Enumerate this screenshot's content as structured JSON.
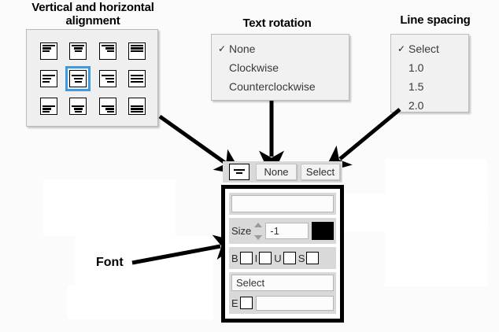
{
  "callouts": {
    "alignment": "Vertical and horizontal\nalignment",
    "rotation": "Text rotation",
    "spacing": "Line spacing",
    "font": "Font"
  },
  "alignment_picker": {
    "name": "alignment-grid",
    "columns": [
      "left",
      "center",
      "right",
      "justify"
    ],
    "rows": [
      "top",
      "middle",
      "bottom"
    ],
    "selected": "middle-center",
    "cells": [
      {
        "id": "top-left",
        "v": "top",
        "h": "left",
        "selected": false
      },
      {
        "id": "top-center",
        "v": "top",
        "h": "center",
        "selected": false
      },
      {
        "id": "top-right",
        "v": "top",
        "h": "right",
        "selected": false
      },
      {
        "id": "top-justify",
        "v": "top",
        "h": "justify",
        "selected": false
      },
      {
        "id": "middle-left",
        "v": "mid",
        "h": "left",
        "selected": false
      },
      {
        "id": "middle-center",
        "v": "mid",
        "h": "center",
        "selected": true
      },
      {
        "id": "middle-right",
        "v": "mid",
        "h": "right",
        "selected": false
      },
      {
        "id": "middle-justify",
        "v": "mid",
        "h": "justify",
        "selected": false
      },
      {
        "id": "bottom-left",
        "v": "bot",
        "h": "left",
        "selected": false
      },
      {
        "id": "bottom-center",
        "v": "bot",
        "h": "center",
        "selected": false
      },
      {
        "id": "bottom-right",
        "v": "bot",
        "h": "right",
        "selected": false
      },
      {
        "id": "bottom-justify",
        "v": "bot",
        "h": "justify",
        "selected": false
      }
    ],
    "selection_color": "#3f9ae0"
  },
  "rotation_dropdown": {
    "items": [
      {
        "label": "None",
        "checked": true
      },
      {
        "label": "Clockwise",
        "checked": false
      },
      {
        "label": "Counterclockwise",
        "checked": false
      }
    ],
    "check_glyph": "✓"
  },
  "spacing_dropdown": {
    "items": [
      {
        "label": "Select",
        "checked": true
      },
      {
        "label": "1.0",
        "checked": false
      },
      {
        "label": "1.5",
        "checked": false
      },
      {
        "label": "2.0",
        "checked": false
      }
    ],
    "check_glyph": "✓"
  },
  "toolbar": {
    "align_button_icon": "align-center-icon",
    "rotation_value": "None",
    "spacing_value": "Select"
  },
  "font_widget": {
    "font_name_value": "",
    "font_name_placeholder": "",
    "size_label": "Size",
    "size_value": "-1",
    "color_swatch": "#000000",
    "styles": [
      {
        "label": "B",
        "name": "bold",
        "checked": false
      },
      {
        "label": "I",
        "name": "italic",
        "checked": false
      },
      {
        "label": "U",
        "name": "underline",
        "checked": false
      },
      {
        "label": "S",
        "name": "strikethrough",
        "checked": false
      }
    ],
    "effect_select_value": "Select",
    "effect_label": "E",
    "effect_checked": false,
    "effect_field_value": ""
  }
}
